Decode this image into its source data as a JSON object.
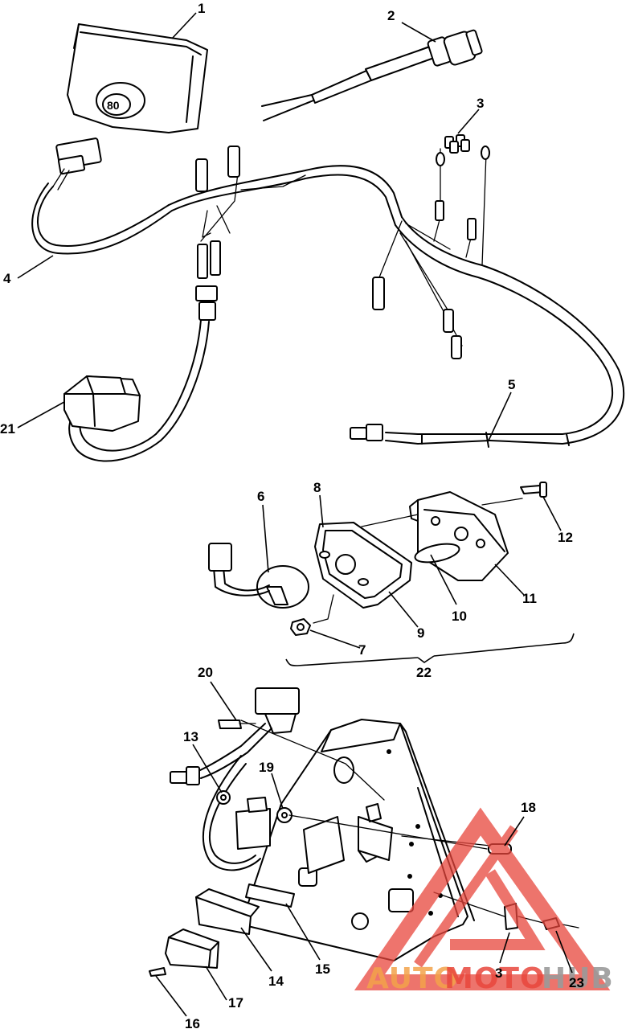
{
  "callouts": [
    {
      "id": "c1",
      "label": "1"
    },
    {
      "id": "c2",
      "label": "2"
    },
    {
      "id": "c3a",
      "label": "3"
    },
    {
      "id": "c4",
      "label": "4"
    },
    {
      "id": "c21",
      "label": "21"
    },
    {
      "id": "c5",
      "label": "5"
    },
    {
      "id": "c6",
      "label": "6"
    },
    {
      "id": "c8",
      "label": "8"
    },
    {
      "id": "c12",
      "label": "12"
    },
    {
      "id": "c10",
      "label": "10"
    },
    {
      "id": "c11",
      "label": "11"
    },
    {
      "id": "c9",
      "label": "9"
    },
    {
      "id": "c7",
      "label": "7"
    },
    {
      "id": "c22",
      "label": "22"
    },
    {
      "id": "c20",
      "label": "20"
    },
    {
      "id": "c13",
      "label": "13"
    },
    {
      "id": "c19",
      "label": "19"
    },
    {
      "id": "c18",
      "label": "18"
    },
    {
      "id": "c14",
      "label": "14"
    },
    {
      "id": "c15",
      "label": "15"
    },
    {
      "id": "c3b",
      "label": "3"
    },
    {
      "id": "c23",
      "label": "23"
    },
    {
      "id": "c17",
      "label": "17"
    },
    {
      "id": "c16",
      "label": "16"
    }
  ],
  "watermark": {
    "part1": "AUTO",
    "part2": "MOTO",
    "part3": "HUB",
    "color_red": "#e8463c",
    "color_orange": "#f2a24a",
    "color_gray": "#9a9a9a"
  }
}
